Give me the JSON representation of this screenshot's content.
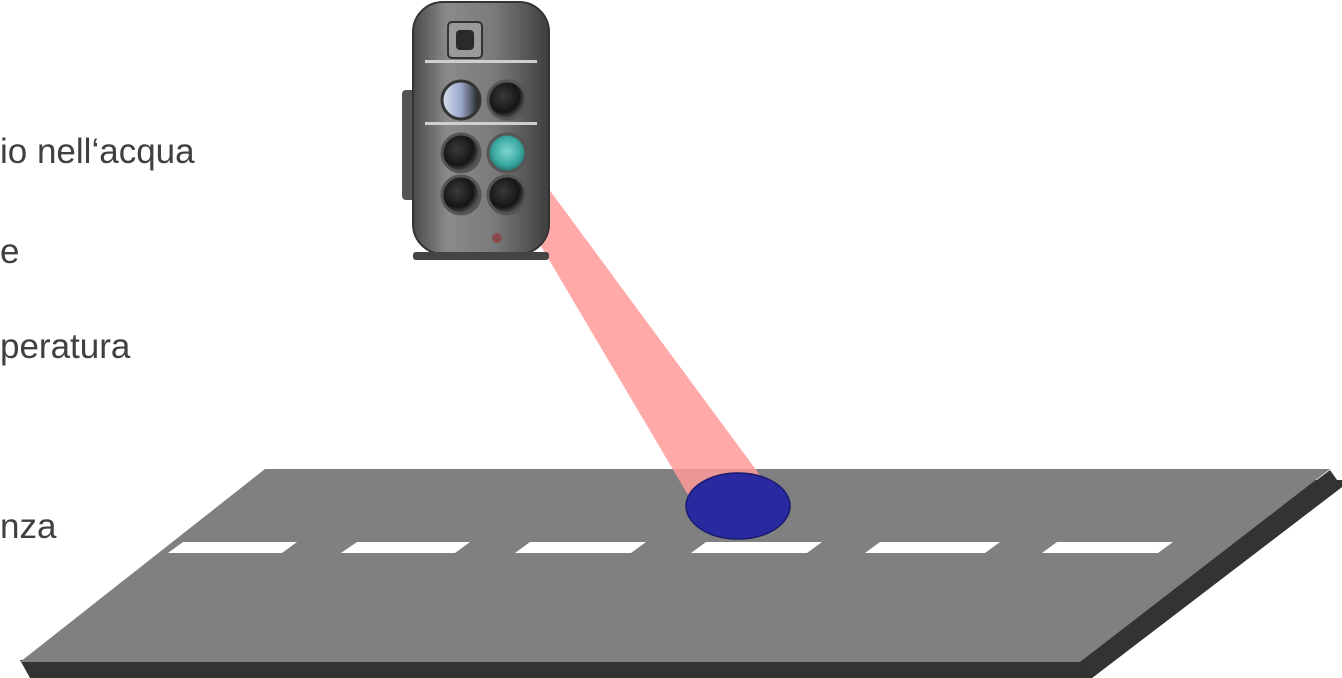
{
  "text_lines": [
    "io nell‘acqua",
    "e",
    "peratura",
    "nza"
  ],
  "colors": {
    "road": "#808080",
    "road_shadow": "#333333",
    "lane_marking": "#ffffff",
    "beam": "#ff9a9a",
    "spot": "#2a2aa0",
    "sensor_body": "#6e6e6e",
    "text": "#404040"
  },
  "icons": [
    "road-sensor-device-icon",
    "sensor-beam-icon",
    "measurement-spot-icon"
  ]
}
